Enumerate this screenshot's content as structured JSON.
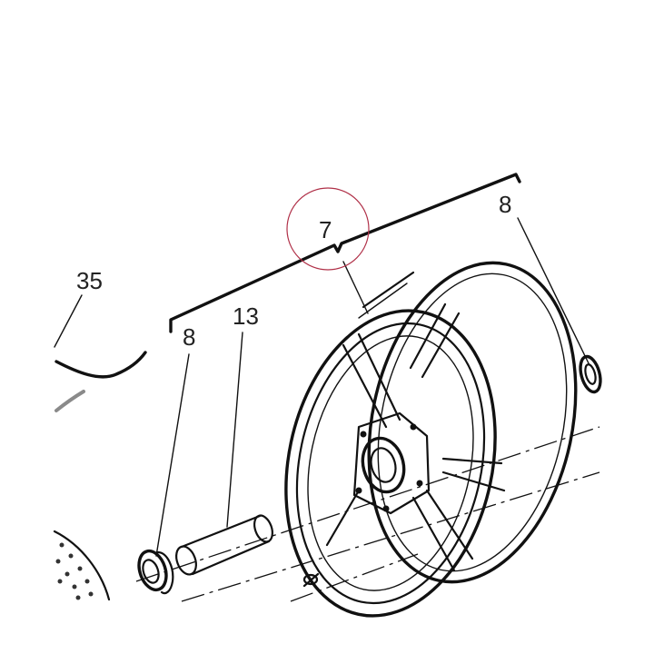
{
  "diagram": {
    "callouts": {
      "c35": "35",
      "c8_left": "8",
      "c13": "13",
      "c7": "7",
      "c8_right": "8"
    },
    "highlight_color": "#b03048"
  }
}
